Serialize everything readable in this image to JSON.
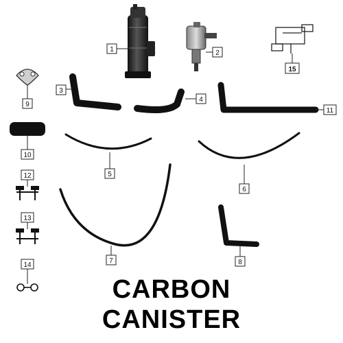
{
  "title_lines": [
    "CARBON",
    "CANISTER"
  ],
  "callouts": [
    {
      "id": "1",
      "label": "1"
    },
    {
      "id": "2",
      "label": "2"
    },
    {
      "id": "3",
      "label": "3"
    },
    {
      "id": "4",
      "label": "4"
    },
    {
      "id": "5",
      "label": "5"
    },
    {
      "id": "6",
      "label": "6"
    },
    {
      "id": "7",
      "label": "7"
    },
    {
      "id": "8",
      "label": "8"
    },
    {
      "id": "9",
      "label": "9"
    },
    {
      "id": "10",
      "label": "10"
    },
    {
      "id": "11",
      "label": "11"
    },
    {
      "id": "12",
      "label": "12"
    },
    {
      "id": "13",
      "label": "13"
    },
    {
      "id": "14",
      "label": "14"
    },
    {
      "id": "15",
      "label": "15"
    }
  ]
}
